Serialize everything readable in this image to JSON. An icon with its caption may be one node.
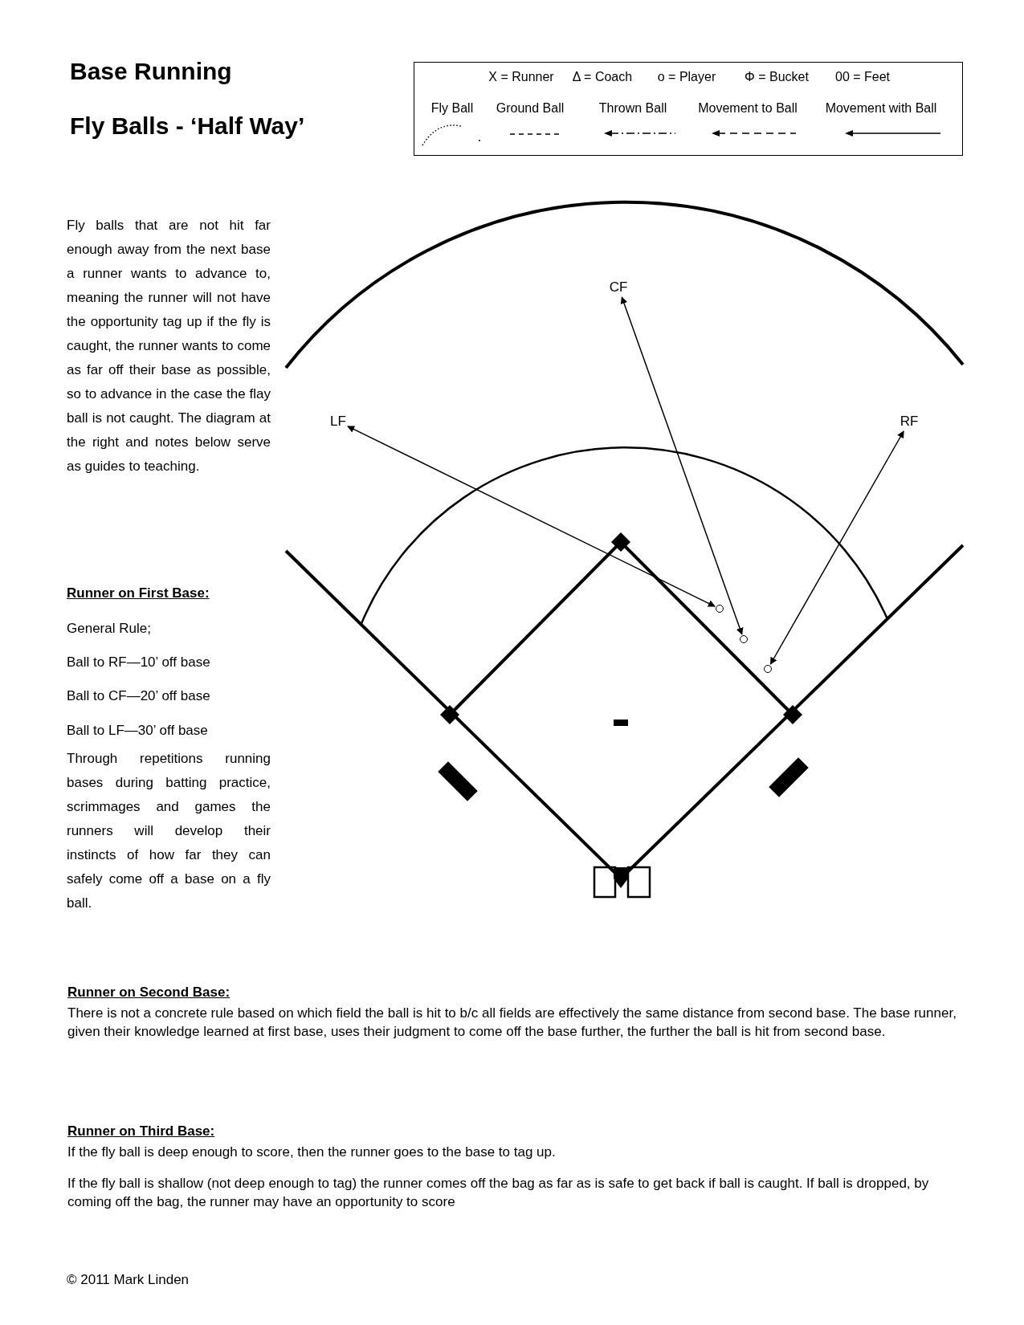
{
  "diagram": {
    "title": "Base Running",
    "nodes": [
      {
        "text": [
          "LF"
        ]
      },
      {
        "text": [
          "CF"
        ]
      },
      {
        "text": [
          "RF"
        ]
      },
      {
        "text": [],
        "shape": "circle"
      },
      {
        "text": [],
        "shape": "circle"
      },
      {
        "text": [],
        "shape": "circle"
      }
    ],
    "edges": [
      {
        "from": 0,
        "to": 3,
        "arrow": "both"
      },
      {
        "from": 1,
        "to": 4,
        "arrow": "both"
      },
      {
        "from": 2,
        "to": 5,
        "arrow": "both"
      }
    ],
    "labels": [
      "Fly Balls - ‘Half Way’",
      "Fly balls that are not hit far enough away from the next base a runner wants to advance to, meaning the runner will not have the opportunity tag up if the fly is caught, the runner wants to come as far off their base as possible, so to advance in the case the flay ball is not caught.  The diagram at the right and notes below serve as guides to teaching.",
      "Runner on First Base:",
      "General Rule;",
      "Ball to RF—10’ off base",
      "Ball to CF—20’ off base",
      "Ball to LF—30’ off base",
      "Through repetitions running bases during batting practice, scrimmages and games the runners will develop their instincts of how far they can safely come off a base on a fly ball.",
      "Runner on Second Base:",
      "There is not a concrete rule based on which field the ball is hit to b/c all fields are effectively the same distance from second base. The base runner, given their knowledge learned at first base, uses their judgment to come off the base further, the further the ball is hit from second base.",
      "Runner on Third Base:",
      "If the fly ball is deep enough to score, then the runner goes to the base to tag up.",
      "If the fly ball is shallow (not deep enough to tag)  the runner comes off the bag as far as is safe to get back if ball is caught.  If ball is dropped, by coming off the bag, the runner may have an opportunity to score",
      "© 2011 Mark Linden"
    ],
    "legend": [
      {
        "text": "X = Runner"
      },
      {
        "text": "Δ = Coach"
      },
      {
        "text": "o = Player"
      },
      {
        "text": "Φ = Bucket"
      },
      {
        "text": "00 = Feet"
      },
      {
        "text": "Fly Ball"
      },
      {
        "text": "Ground Ball"
      },
      {
        "text": "Thrown Ball"
      },
      {
        "text": "Movement to Ball"
      },
      {
        "text": "Movement with Ball"
      }
    ]
  }
}
